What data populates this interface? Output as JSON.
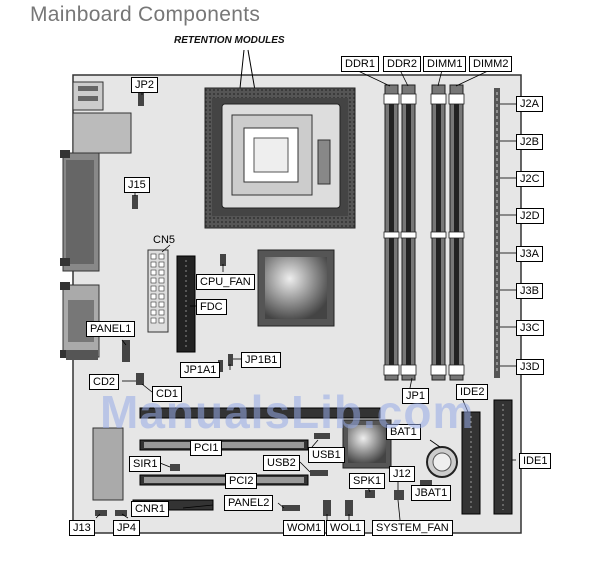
{
  "title": "Mainboard Components",
  "subtitle": "RETENTION MODULES",
  "watermark": "ManualsLib.com",
  "labels": {
    "ddr1": "DDR1",
    "ddr2": "DDR2",
    "dimm1": "DIMM1",
    "dimm2": "DIMM2",
    "jp2": "JP2",
    "j15": "J15",
    "cn5": "CN5",
    "cpu_fan": "CPU_FAN",
    "fdc": "FDC",
    "panel1": "PANEL1",
    "jp1a1": "JP1A1",
    "jp1b1": "JP1B1",
    "cd2": "CD2",
    "cd1": "CD1",
    "pci1": "PCI1",
    "sir1": "SIR1",
    "pci2": "PCI2",
    "usb2": "USB2",
    "usb1": "USB1",
    "bat1": "BAT1",
    "jp1": "JP1",
    "ide2": "IDE2",
    "ide1": "IDE1",
    "j12": "J12",
    "spk1": "SPK1",
    "jbat1": "JBAT1",
    "cnr1": "CNR1",
    "panel2": "PANEL2",
    "j13": "J13",
    "jp4": "JP4",
    "wom1": "WOM1",
    "wol1": "WOL1",
    "system_fan": "SYSTEM_FAN",
    "j2a": "J2A",
    "j2b": "J2B",
    "j2c": "J2C",
    "j2d": "J2D",
    "j3a": "J3A",
    "j3b": "J3B",
    "j3c": "J3C",
    "j3d": "J3D"
  }
}
